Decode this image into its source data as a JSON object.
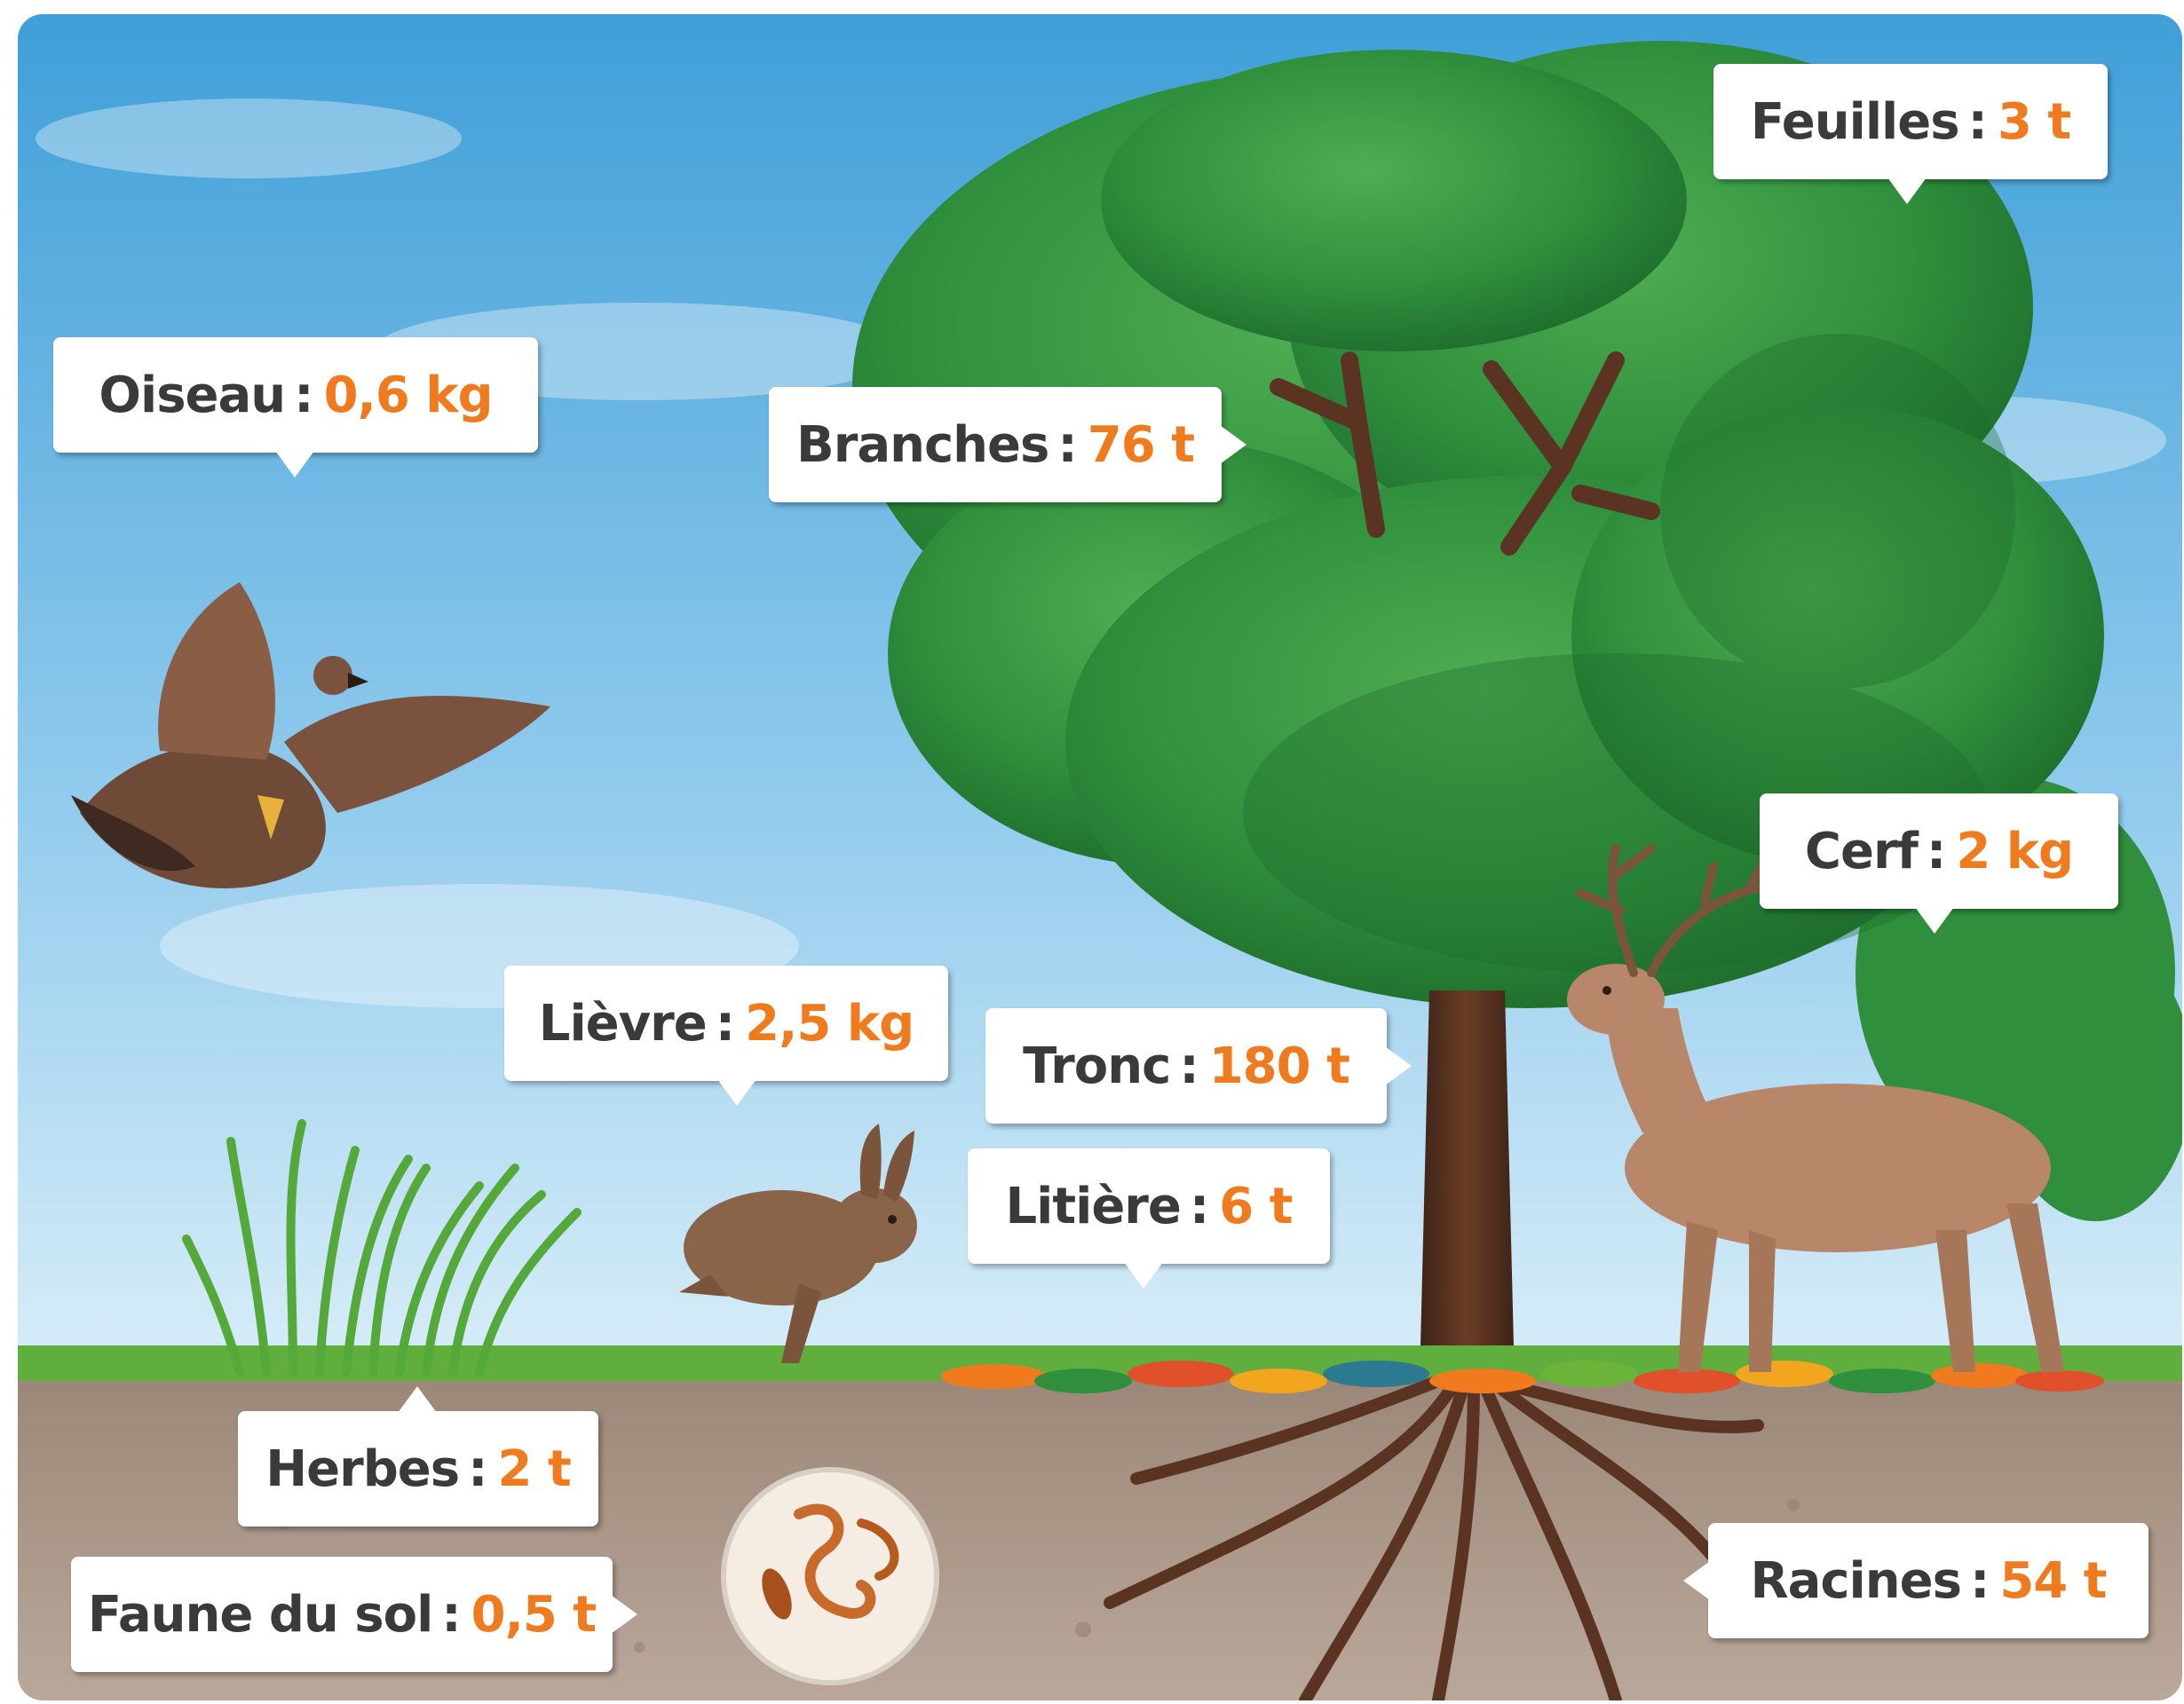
{
  "labels": {
    "feuilles": {
      "name": "Feuilles",
      "value": "3 t"
    },
    "oiseau": {
      "name": "Oiseau",
      "value": "0,6 kg"
    },
    "branches": {
      "name": "Branches",
      "value": "76 t"
    },
    "cerf": {
      "name": "Cerf",
      "value": "2 kg"
    },
    "lievre": {
      "name": "Lièvre",
      "value": "2,5 kg"
    },
    "tronc": {
      "name": "Tronc",
      "value": "180 t"
    },
    "litiere": {
      "name": "Litière",
      "value": "6 t"
    },
    "herbes": {
      "name": "Herbes",
      "value": "2 t"
    },
    "faune": {
      "name": "Faune du sol",
      "value": "0,5 t"
    },
    "racines": {
      "name": "Racines",
      "value": "54 t"
    }
  },
  "separator": ":",
  "colors": {
    "value_accent": "#f07a1e",
    "label_text": "#3a3a3a",
    "sky_top": "#3f9fd8",
    "sky_bottom": "#d9eef8",
    "foliage": "#2f8f3c",
    "soil": "#a89484",
    "trunk": "#5a3322"
  }
}
